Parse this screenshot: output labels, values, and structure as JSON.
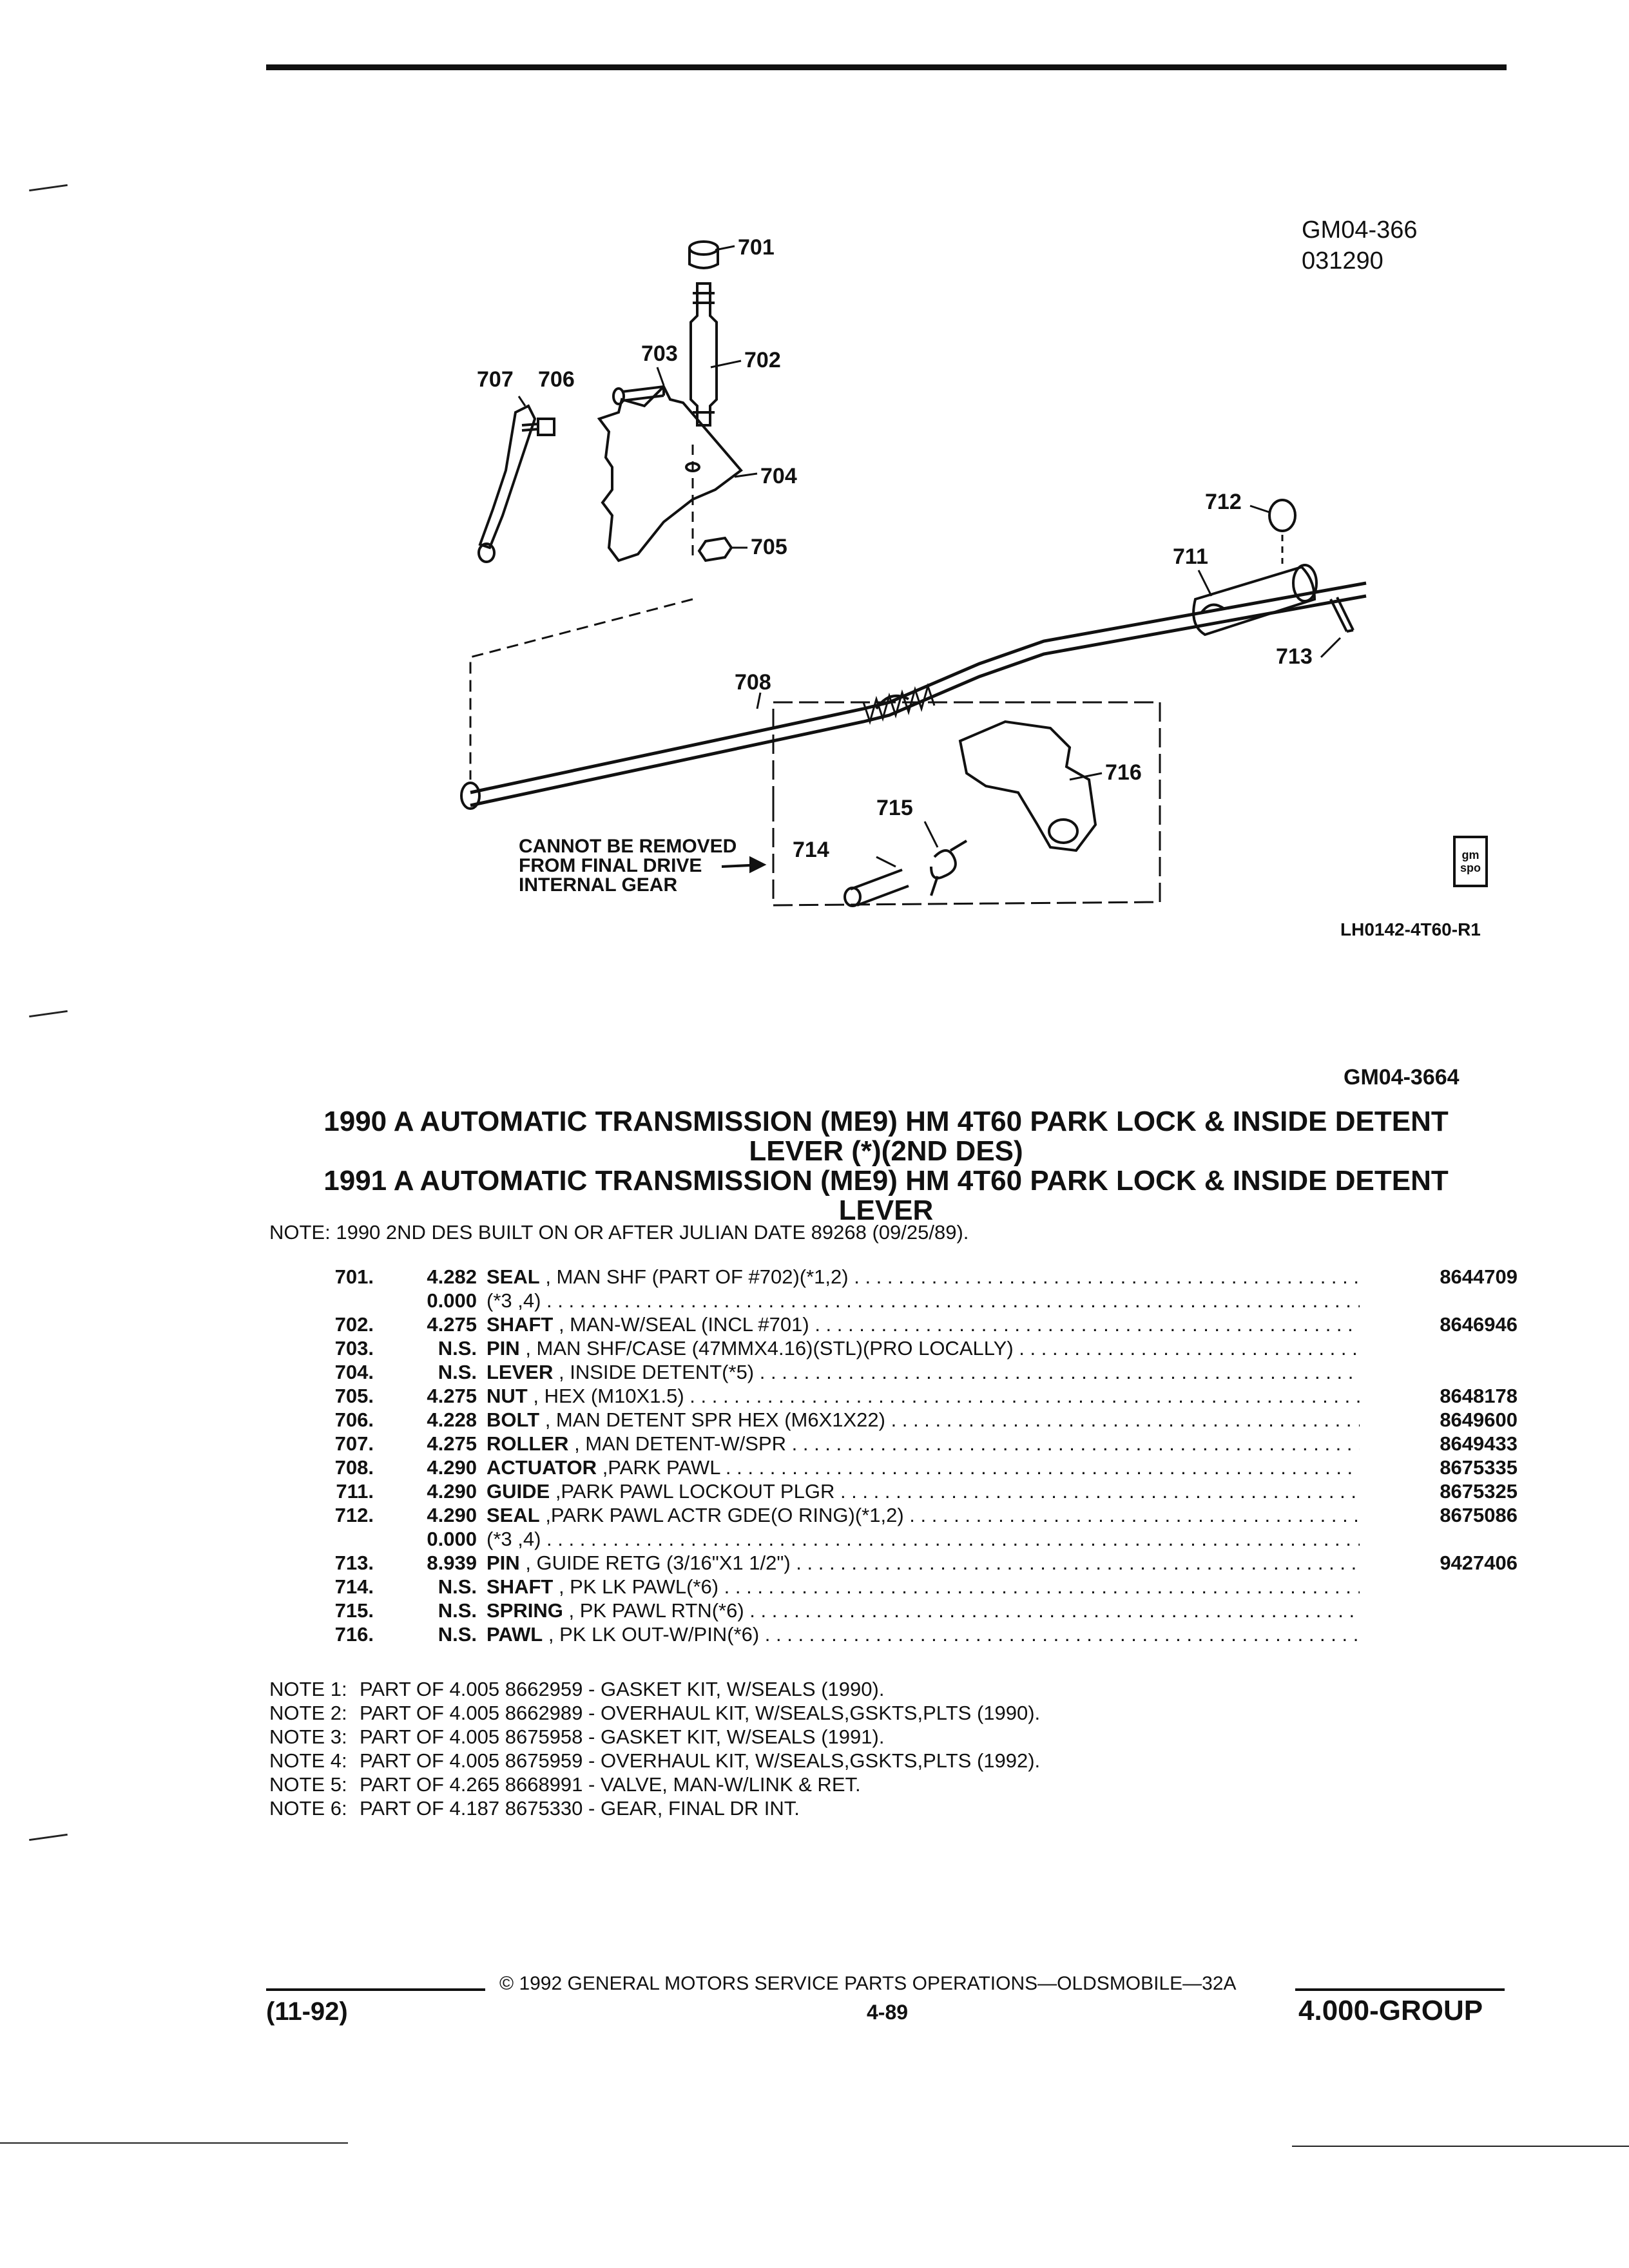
{
  "header": {
    "ref_code": "GM04-366",
    "ref_date": "031290"
  },
  "diagram": {
    "callouts": [
      "701",
      "702",
      "703",
      "704",
      "705",
      "706",
      "707",
      "708",
      "711",
      "712",
      "713",
      "714",
      "715",
      "716"
    ],
    "note_lines": [
      "CANNOT BE REMOVED",
      "FROM FINAL DRIVE",
      "INTERNAL GEAR"
    ],
    "illustration_code": "LH0142-4T60-R1",
    "logo_text": "gm spo"
  },
  "page_code": "GM04-3664",
  "titles": [
    "1990 A AUTOMATIC TRANSMISSION (ME9) HM 4T60 PARK LOCK & INSIDE DETENT",
    "LEVER (*)(2ND DES)",
    "1991 A AUTOMATIC TRANSMISSION (ME9) HM 4T60 PARK LOCK & INSIDE DETENT",
    "LEVER"
  ],
  "note_header": "NOTE:  1990 2ND DES BUILT ON OR AFTER JULIAN DATE 89268 (09/25/89).",
  "parts": [
    {
      "no": "701.",
      "grp": "4.282",
      "name": "SEAL",
      "rest": ", MAN SHF (PART OF #702)(*1,2)",
      "pn": "8644709"
    },
    {
      "no": "",
      "grp": "0.000",
      "name": "",
      "rest": "(*3 ,4)",
      "pn": ""
    },
    {
      "no": "702.",
      "grp": "4.275",
      "name": "SHAFT",
      "rest": ", MAN-W/SEAL (INCL #701)",
      "pn": "8646946"
    },
    {
      "no": "703.",
      "grp": "N.S.",
      "name": "PIN",
      "rest": ", MAN SHF/CASE (47MMX4.16)(STL)(PRO LOCALLY)",
      "pn": ""
    },
    {
      "no": "704.",
      "grp": "N.S.",
      "name": "LEVER",
      "rest": ", INSIDE DETENT(*5)",
      "pn": ""
    },
    {
      "no": "705.",
      "grp": "4.275",
      "name": "NUT",
      "rest": ", HEX (M10X1.5)",
      "pn": "8648178"
    },
    {
      "no": "706.",
      "grp": "4.228",
      "name": "BOLT",
      "rest": ", MAN DETENT SPR HEX (M6X1X22)",
      "pn": "8649600"
    },
    {
      "no": "707.",
      "grp": "4.275",
      "name": "ROLLER",
      "rest": ", MAN DETENT-W/SPR",
      "pn": "8649433"
    },
    {
      "no": "708.",
      "grp": "4.290",
      "name": "ACTUATOR",
      "rest": ",PARK PAWL",
      "pn": "8675335"
    },
    {
      "no": "711.",
      "grp": "4.290",
      "name": "GUIDE",
      "rest": ",PARK PAWL LOCKOUT PLGR",
      "pn": "8675325"
    },
    {
      "no": "712.",
      "grp": "4.290",
      "name": "SEAL",
      "rest": ",PARK PAWL ACTR GDE(O RING)(*1,2)",
      "pn": "8675086"
    },
    {
      "no": "",
      "grp": "0.000",
      "name": "",
      "rest": "(*3 ,4)",
      "pn": ""
    },
    {
      "no": "713.",
      "grp": "8.939",
      "name": "PIN",
      "rest": ", GUIDE RETG (3/16\"X1 1/2\")",
      "pn": "9427406"
    },
    {
      "no": "714.",
      "grp": "N.S.",
      "name": "SHAFT",
      "rest": ", PK LK PAWL(*6)",
      "pn": ""
    },
    {
      "no": "715.",
      "grp": "N.S.",
      "name": "SPRING",
      "rest": ", PK PAWL RTN(*6)",
      "pn": ""
    },
    {
      "no": "716.",
      "grp": "N.S.",
      "name": "PAWL",
      "rest": ", PK LK OUT-W/PIN(*6)",
      "pn": ""
    }
  ],
  "notes": [
    {
      "label": "NOTE  1:",
      "text": "PART OF 4.005 8662959 - GASKET KIT, W/SEALS (1990)."
    },
    {
      "label": "NOTE  2:",
      "text": "PART OF 4.005 8662989 - OVERHAUL KIT, W/SEALS,GSKTS,PLTS (1990)."
    },
    {
      "label": "NOTE  3:",
      "text": "PART OF 4.005 8675958 - GASKET KIT, W/SEALS (1991)."
    },
    {
      "label": "NOTE  4:",
      "text": "PART OF 4.005 8675959 - OVERHAUL KIT, W/SEALS,GSKTS,PLTS (1992)."
    },
    {
      "label": "NOTE  5:",
      "text": "PART OF 4.265 8668991 - VALVE, MAN-W/LINK & RET."
    },
    {
      "label": "NOTE  6:",
      "text": "PART OF 4.187 8675330 - GEAR, FINAL DR INT."
    }
  ],
  "footer": {
    "copyright": "©  1992  GENERAL MOTORS SERVICE PARTS OPERATIONS—OLDSMOBILE—32A",
    "revision": "(11-92)",
    "page_number": "4-89",
    "group": "4.000-GROUP"
  }
}
